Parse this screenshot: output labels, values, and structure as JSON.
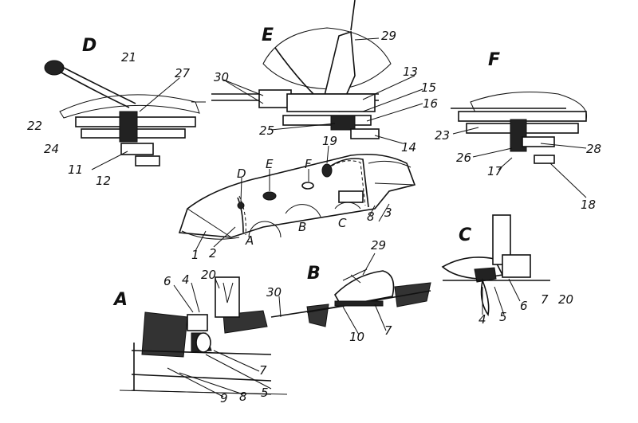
{
  "details": {
    "A": "A",
    "B": "B",
    "C": "C",
    "D": "D",
    "E": "E",
    "F": "F"
  },
  "callouts": {
    "n1": "1",
    "n2": "2",
    "n3": "3",
    "n4": "4",
    "n5": "5",
    "n6": "6",
    "n7": "7",
    "n8": "8",
    "n9": "9",
    "n10": "10",
    "n11": "11",
    "n12": "12",
    "n13": "13",
    "n14": "14",
    "n15": "15",
    "n16": "16",
    "n17": "17",
    "n18": "18",
    "n19": "19",
    "n20": "20",
    "n21": "21",
    "n22": "22",
    "n23": "23",
    "n24": "24",
    "n25": "25",
    "n26": "26",
    "n27": "27",
    "n28": "28",
    "n29": "29",
    "n30": "30"
  }
}
